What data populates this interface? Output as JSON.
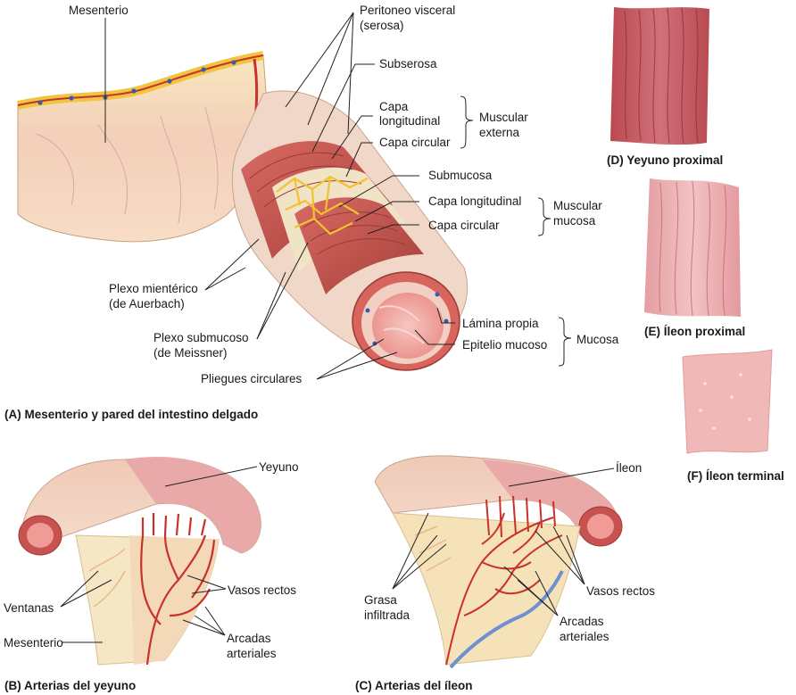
{
  "panel_a": {
    "caption": "(A) Mesenterio y pared del intestino delgado",
    "labels": {
      "mesenterio": "Mesenterio",
      "peritoneo": "Peritoneo visceral",
      "serosa": "(serosa)",
      "subserosa": "Subserosa",
      "capa_long_1": "Capa",
      "capa_long_2": "longitudinal",
      "capa_circular_ext": "Capa circular",
      "muscular_externa_1": "Muscular",
      "muscular_externa_2": "externa",
      "submucosa": "Submucosa",
      "capa_long_mm": "Capa longitudinal",
      "capa_circ_mm": "Capa circular",
      "muscular_mucosa_1": "Muscular",
      "muscular_mucosa_2": "mucosa",
      "plexo_mienterico_1": "Plexo mientérico",
      "plexo_mienterico_2": "(de Auerbach)",
      "plexo_submucoso_1": "Plexo submucoso",
      "plexo_submucoso_2": "(de Meissner)",
      "pliegues": "Pliegues circulares",
      "lamina_propia": "Lámina propia",
      "epitelio": "Epitelio mucoso",
      "mucosa": "Mucosa"
    }
  },
  "panel_b": {
    "caption": "(B) Arterias del yeyuno",
    "labels": {
      "yeyuno": "Yeyuno",
      "ventanas": "Ventanas",
      "vasos_rectos": "Vasos rectos",
      "mesenterio": "Mesenterio",
      "arcadas_1": "Arcadas",
      "arcadas_2": "arteriales"
    }
  },
  "panel_c": {
    "caption": "(C) Arterias del íleon",
    "labels": {
      "ileon": "Íleon",
      "grasa_1": "Grasa",
      "grasa_2": "infiltrada",
      "vasos_rectos": "Vasos rectos",
      "arcadas_1": "Arcadas",
      "arcadas_2": "arteriales"
    }
  },
  "panel_d": {
    "caption": "(D) Yeyuno proximal"
  },
  "panel_e": {
    "caption": "(E) Íleon proximal"
  },
  "panel_f": {
    "caption": "(F) Íleon terminal"
  },
  "colors": {
    "mesentery_fat": "#f6dfae",
    "mesentery_pink": "#efc2b3",
    "muscle": "#c8524f",
    "muscle_dark": "#9c3a36",
    "lumen": "#f2a8a3",
    "nerve": "#f2c230",
    "artery": "#c8322b",
    "vein": "#5f7fc4",
    "mucosa_d": "#c25a5e",
    "mucosa_e": "#e8a6a8",
    "mucosa_f": "#f0b9b7"
  }
}
